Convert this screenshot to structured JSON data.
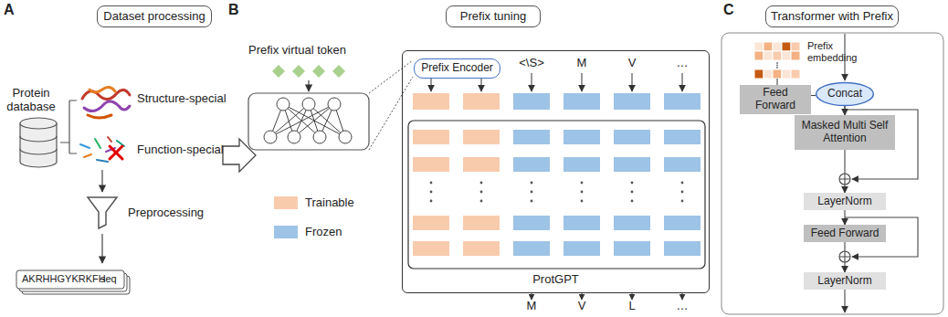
{
  "diagram": {
    "nodes": [
      {
        "text": [
          "Dataset processing"
        ]
      },
      {
        "text": [
          "Prefix tuning"
        ]
      },
      {
        "text": [
          "Transformer with Prefix"
        ]
      },
      {
        "text": [
          "ProtGPT"
        ]
      },
      {
        "text": [
          "Prefix Encoder"
        ],
        "in": 3
      },
      {
        "text": [
          "Feed Forward"
        ]
      },
      {
        "text": [
          "Concat"
        ]
      },
      {
        "text": [
          "Masked Multi Self Attention"
        ]
      },
      {
        "text": [
          "LayerNorm"
        ]
      },
      {
        "text": [
          "Feed Forward"
        ]
      },
      {
        "text": [
          "LayerNorm"
        ]
      }
    ],
    "edges": [
      {
        "from": 5,
        "to": 6,
        "arrow": "none"
      },
      {
        "from": 6,
        "to": 7,
        "arrow": "to"
      },
      {
        "from": 7,
        "to": 8,
        "arrow": "to"
      },
      {
        "from": 8,
        "to": 9,
        "arrow": "to"
      },
      {
        "from": 9,
        "to": 10,
        "arrow": "to"
      }
    ],
    "labels": [
      "A",
      "B",
      "C",
      "Protein database",
      "Structure-special",
      "Function-special",
      "Preprocessing",
      "AKRHHGYKRKFH",
      "seq",
      "Prefix virtual token",
      "<\\S>",
      "M",
      "V",
      "…",
      "M",
      "V",
      "L",
      "…",
      "Prefix embedding"
    ],
    "legend": [
      {
        "text": "Trainable",
        "color": "#f8cbad"
      },
      {
        "text": "Frozen",
        "color": "#9dc3e6"
      }
    ]
  }
}
